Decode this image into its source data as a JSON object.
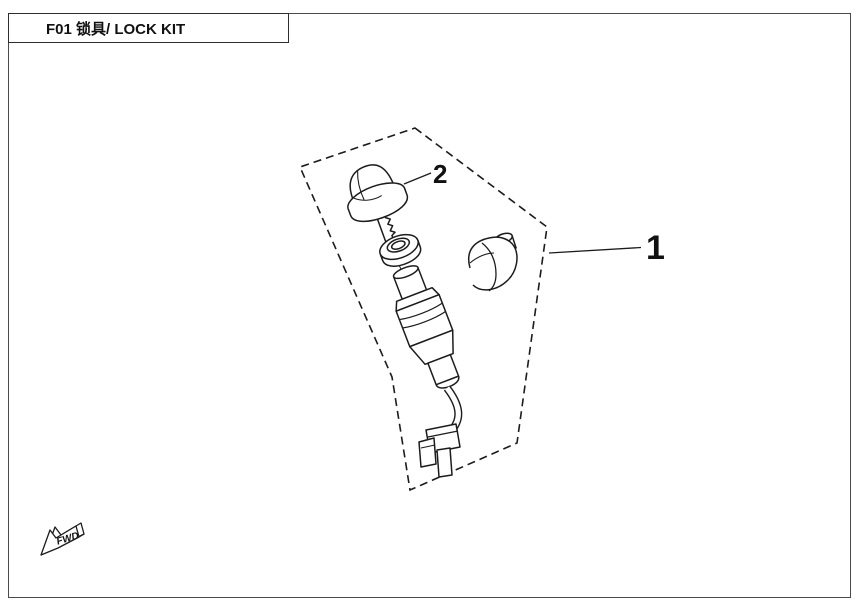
{
  "page": {
    "title": "F01 锁具/ LOCK KIT"
  },
  "callouts": {
    "kit": {
      "label": "1"
    },
    "key": {
      "label": "2"
    }
  },
  "direction_marker": {
    "label": "FWD"
  },
  "colors": {
    "line": "#1c1c1c",
    "page_border": "#4a4a4a",
    "background": "#ffffff"
  }
}
